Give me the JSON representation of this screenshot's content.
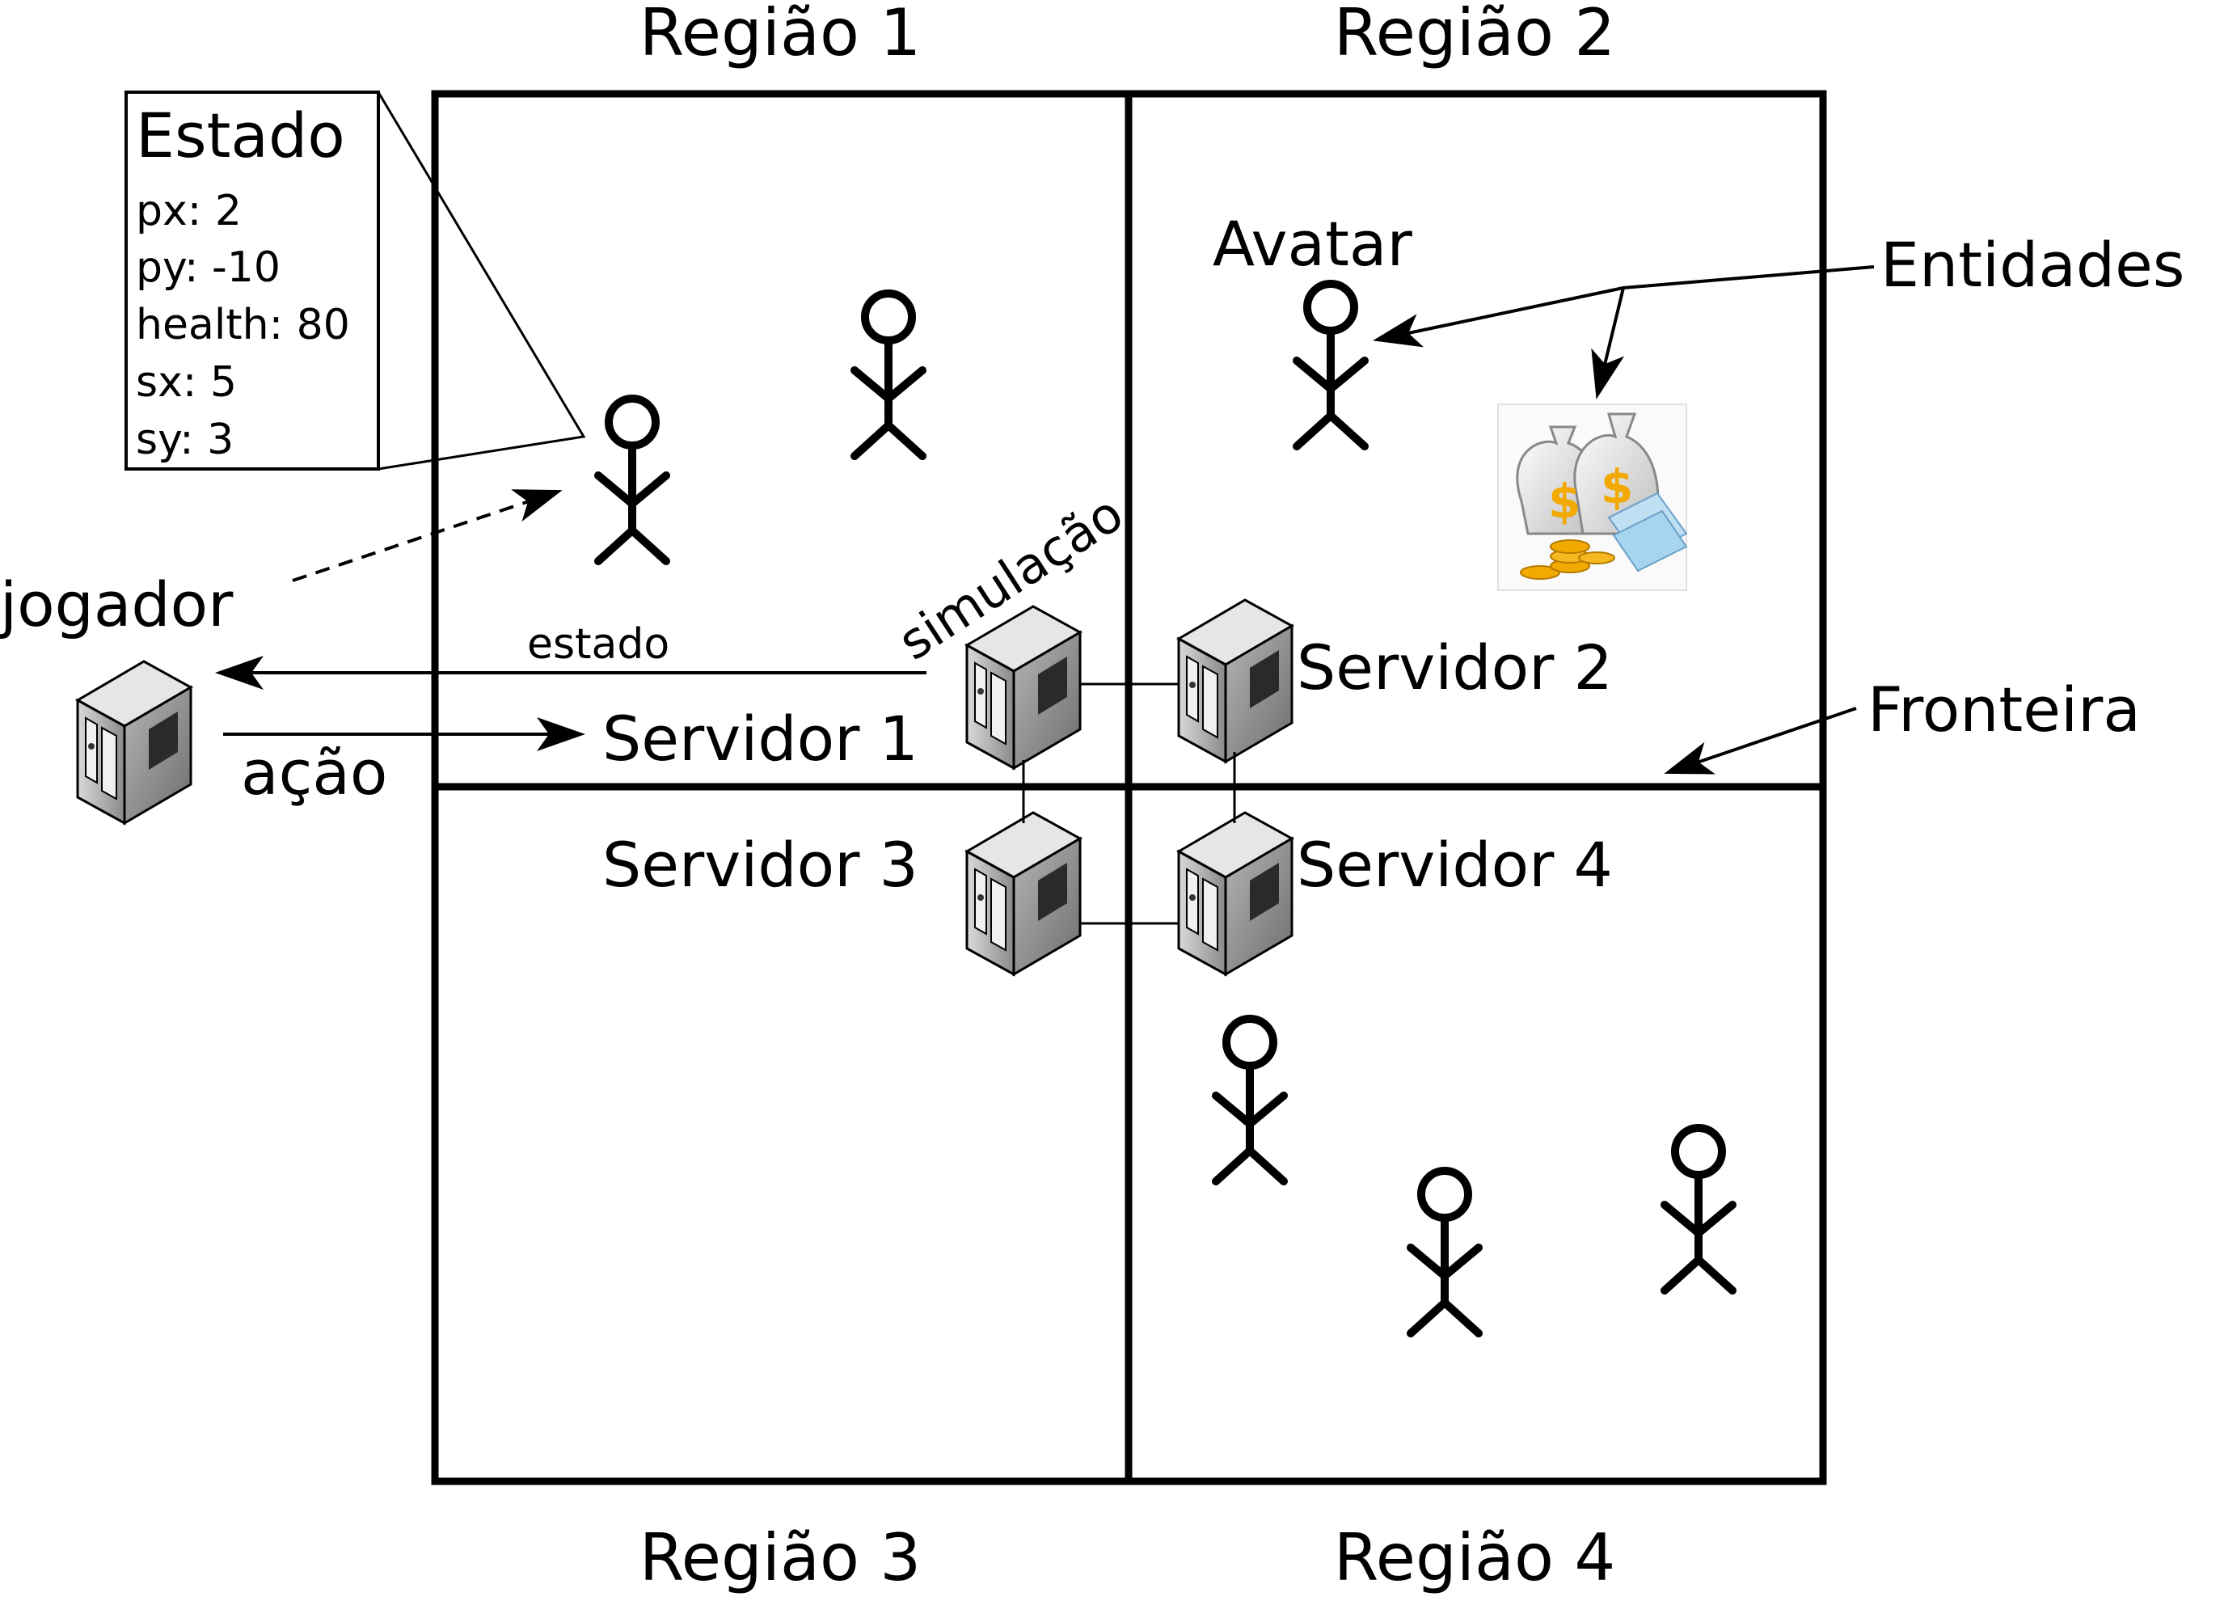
{
  "regions": {
    "r1": "Região 1",
    "r2": "Região 2",
    "r3": "Região 3",
    "r4": "Região 4"
  },
  "servers": {
    "s1": "Servidor 1",
    "s2": "Servidor 2",
    "s3": "Servidor 3",
    "s4": "Servidor 4"
  },
  "state_box": {
    "title": "Estado",
    "fields": [
      "px: 2",
      "py: -10",
      "health: 80",
      "sx: 5",
      "sy: 3"
    ]
  },
  "labels": {
    "avatar": "Avatar",
    "entidades": "Entidades",
    "fronteira": "Fronteira",
    "jogador": "jogador",
    "estado": "estado",
    "acao": "ação",
    "simulacao": "simulação"
  },
  "icons": {
    "player_figure": "stick-figure-icon",
    "server": "server-tower-icon",
    "money": "money-bags-icon"
  },
  "colors": {
    "line": "#000000",
    "background": "#ffffff",
    "server_body": "#9a9a9a",
    "coin": "#f2a900"
  }
}
